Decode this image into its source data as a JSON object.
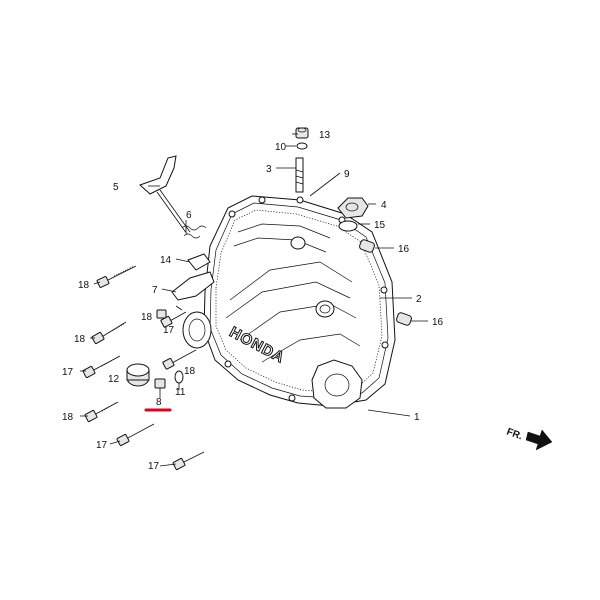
{
  "diagram": {
    "brand": "HONDA",
    "direction_label": "FR.",
    "highlight_color": "#e0001b",
    "callouts": [
      "1",
      "2",
      "3",
      "4",
      "5",
      "6",
      "7",
      "8",
      "9",
      "10",
      "11",
      "12",
      "13",
      "14",
      "15",
      "16",
      "16",
      "17",
      "17",
      "17",
      "17",
      "18",
      "18",
      "18",
      "18",
      "18"
    ]
  }
}
